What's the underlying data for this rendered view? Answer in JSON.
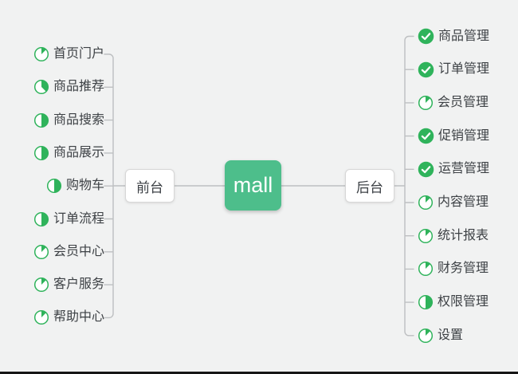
{
  "colors": {
    "canvas_bg": "#f1f2f2",
    "root_green": "#4dbe8b",
    "icon_green": "#2fb35b",
    "connector_gray": "#bdbfc1",
    "text_dark": "#3d4145"
  },
  "root": {
    "label": "mall"
  },
  "left_branch": {
    "label": "前台",
    "items": [
      {
        "label": "首页门户",
        "icon": "task-progress-icon",
        "progress": 0.125
      },
      {
        "label": "商品推荐",
        "icon": "task-progress-icon",
        "progress": 0.375
      },
      {
        "label": "商品搜索",
        "icon": "task-progress-icon",
        "progress": 0.5
      },
      {
        "label": "商品展示",
        "icon": "task-progress-icon",
        "progress": 0.5
      },
      {
        "label": "购物车",
        "icon": "task-progress-icon",
        "progress": 0.5
      },
      {
        "label": "订单流程",
        "icon": "task-progress-icon",
        "progress": 0.5
      },
      {
        "label": "会员中心",
        "icon": "task-progress-icon",
        "progress": 0.125
      },
      {
        "label": "客户服务",
        "icon": "task-progress-icon",
        "progress": 0.125
      },
      {
        "label": "帮助中心",
        "icon": "task-progress-icon",
        "progress": 0.125
      }
    ]
  },
  "right_branch": {
    "label": "后台",
    "items": [
      {
        "label": "商品管理",
        "icon": "task-done-icon"
      },
      {
        "label": "订单管理",
        "icon": "task-done-icon"
      },
      {
        "label": "会员管理",
        "icon": "task-progress-icon",
        "progress": 0.125
      },
      {
        "label": "促销管理",
        "icon": "task-done-icon"
      },
      {
        "label": "运营管理",
        "icon": "task-done-icon"
      },
      {
        "label": "内容管理",
        "icon": "task-progress-icon",
        "progress": 0.125
      },
      {
        "label": "统计报表",
        "icon": "task-progress-icon",
        "progress": 0.125
      },
      {
        "label": "财务管理",
        "icon": "task-progress-icon",
        "progress": 0.125
      },
      {
        "label": "权限管理",
        "icon": "task-progress-icon",
        "progress": 0.5
      },
      {
        "label": "设置",
        "icon": "task-progress-icon",
        "progress": 0.125
      }
    ]
  }
}
